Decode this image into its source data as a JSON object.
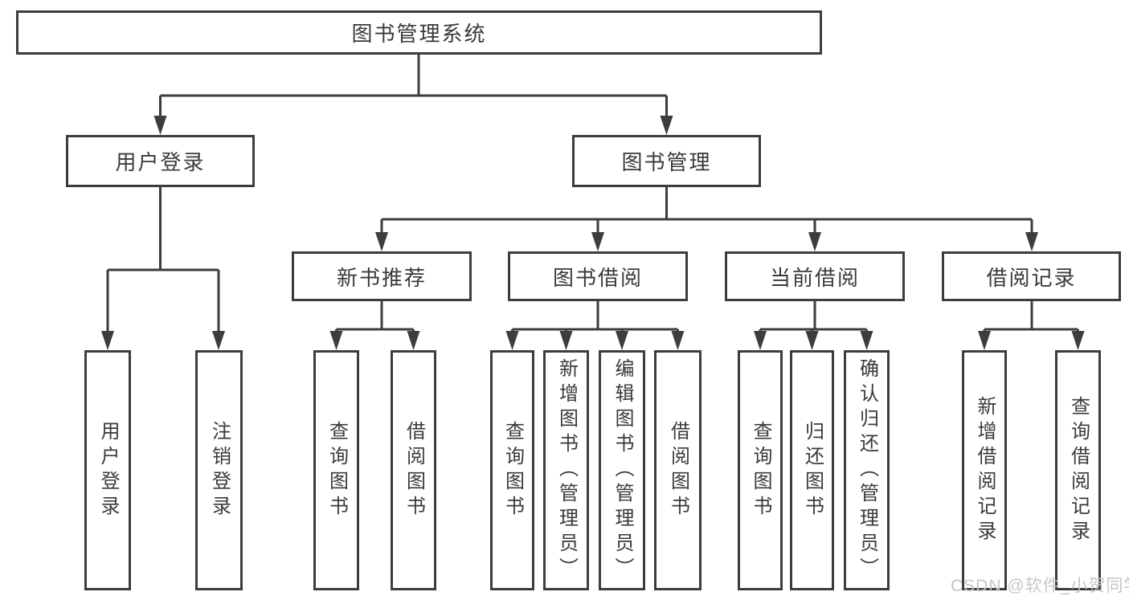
{
  "colors": {
    "background": "#ffffff",
    "line": "#3d3d3d",
    "box_border": "#3d3d3d",
    "text": "#3a3a3a",
    "watermark_text": "#c6c6c6"
  },
  "tree": {
    "root": "图书管理系统",
    "children": [
      {
        "label": "用户登录",
        "children": [
          "用户登录",
          "注销登录"
        ]
      },
      {
        "label": "图书管理",
        "children": [
          {
            "label": "新书推荐",
            "children": [
              "查询图书",
              "借阅图书"
            ]
          },
          {
            "label": "图书借阅",
            "children": [
              "查询图书",
              "新增图书（管理员）",
              "编辑图书（管理员）",
              "借阅图书"
            ]
          },
          {
            "label": "当前借阅",
            "children": [
              "查询图书",
              "归还图书",
              "确认归还（管理员）"
            ]
          },
          {
            "label": "借阅记录",
            "children": [
              "新增借阅记录",
              "查询借阅记录"
            ]
          }
        ]
      }
    ]
  },
  "watermark": {
    "text": "CSDN @软件_小贺同学"
  }
}
